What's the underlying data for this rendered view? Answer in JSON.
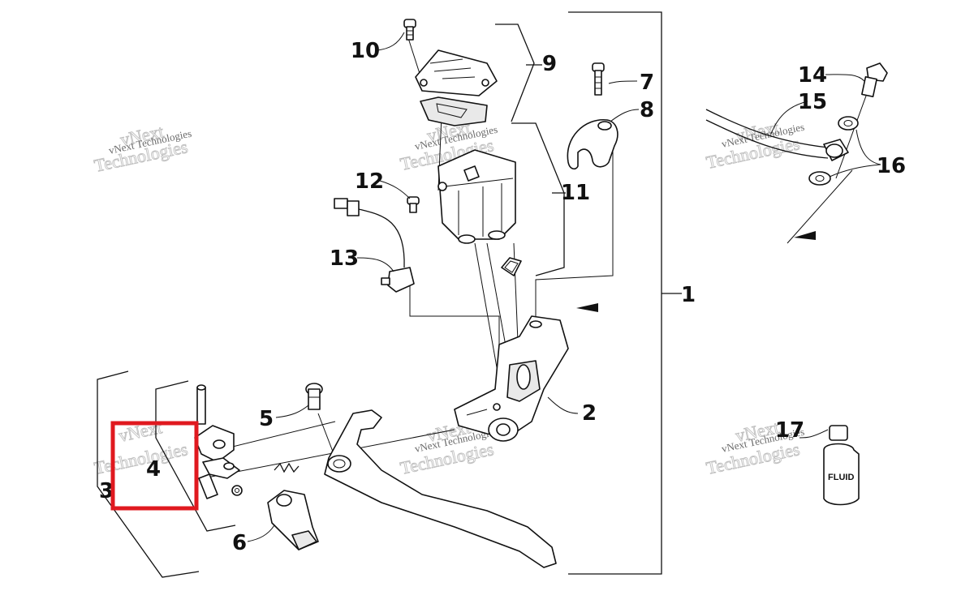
{
  "callouts": {
    "c1": "1",
    "c2": "2",
    "c3": "3",
    "c4": "4",
    "c5": "5",
    "c6": "6",
    "c7": "7",
    "c8": "8",
    "c9": "9",
    "c10": "10",
    "c11": "11",
    "c12": "12",
    "c13": "13",
    "c14": "14",
    "c15": "15",
    "c16": "16",
    "c17": "17"
  },
  "labels": {
    "fluid": "FLUID"
  },
  "watermark": {
    "line1": "vNext",
    "line2": "vNext Technologies",
    "line3": "Technologies"
  },
  "highlight": {
    "color": "#e0191f",
    "target": "4"
  }
}
